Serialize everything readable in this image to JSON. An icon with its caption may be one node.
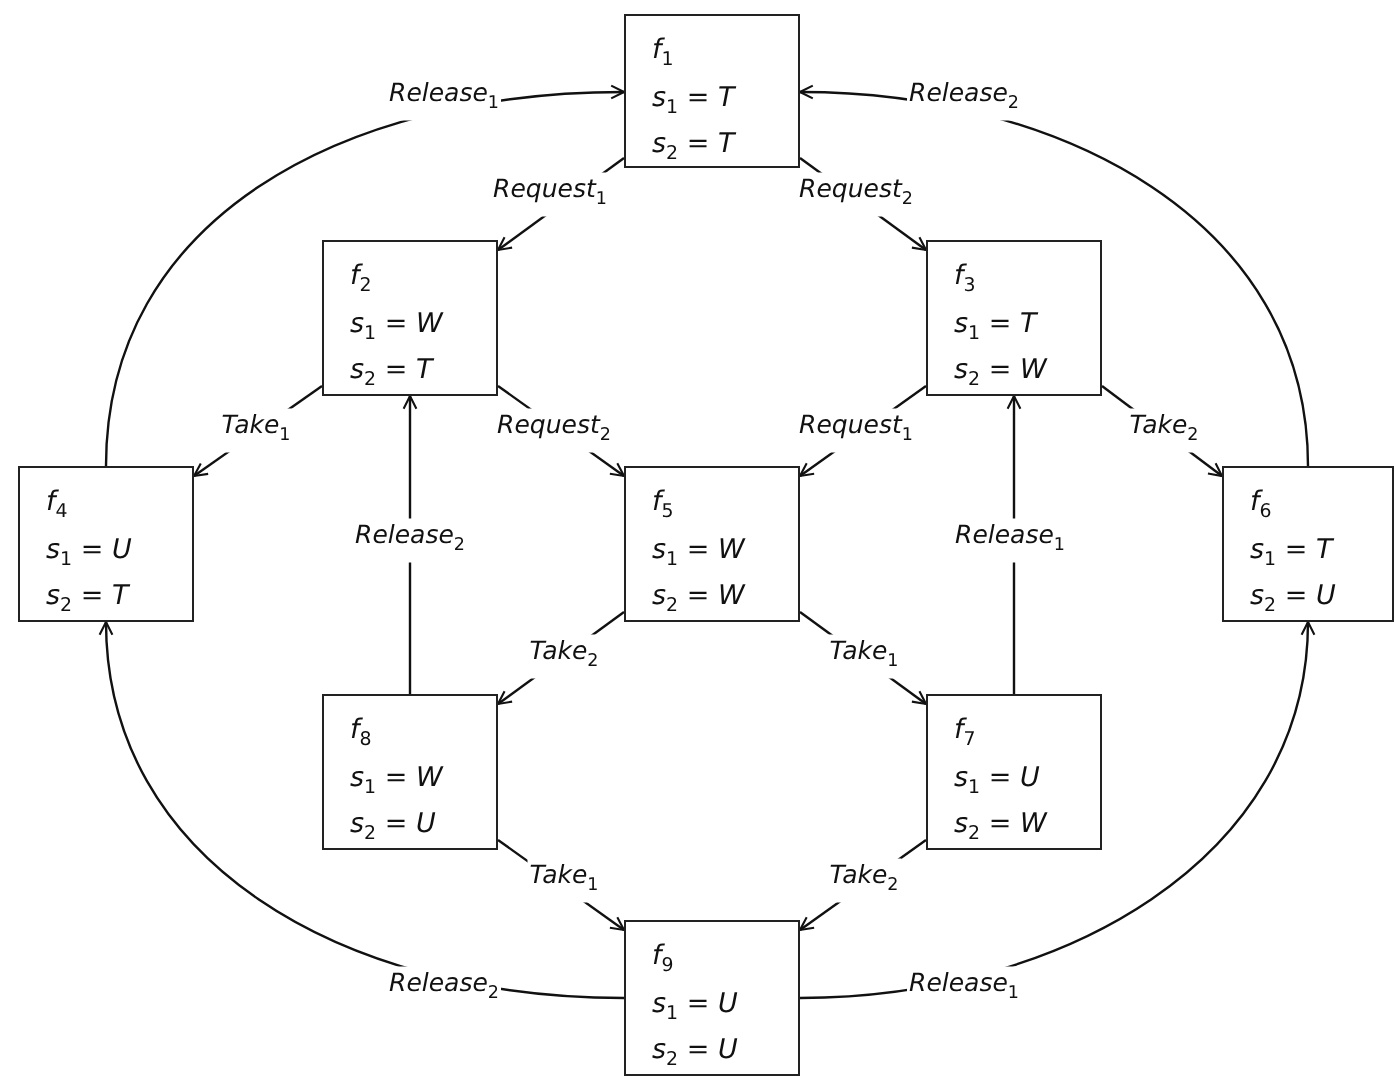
{
  "diagram": {
    "nodes": [
      {
        "text": [
          "*f*$_{1}$",
          "*s*$_{1}$ = *T*",
          "*s*$_{2}$ = *T*"
        ]
      },
      {
        "text": [
          "*f*$_{2}$",
          "*s*$_{1}$ = *W*",
          "*s*$_{2}$ = *T*"
        ]
      },
      {
        "text": [
          "*f*$_{3}$",
          "*s*$_{1}$ = *T*",
          "*s*$_{2}$ = *W*"
        ]
      },
      {
        "text": [
          "*f*$_{4}$",
          "*s*$_{1}$ = *U*",
          "*s*$_{2}$ = *T*"
        ]
      },
      {
        "text": [
          "*f*$_{5}$",
          "*s*$_{1}$ = *W*",
          "*s*$_{2}$ = *W*"
        ]
      },
      {
        "text": [
          "*f*$_{6}$",
          "*s*$_{1}$ = *T*",
          "*s*$_{2}$ = *U*"
        ]
      },
      {
        "text": [
          "*f*$_{8}$",
          "*s*$_{1}$ = *W*",
          "*s*$_{2}$ = *U*"
        ]
      },
      {
        "text": [
          "*f*$_{7}$",
          "*s*$_{1}$ = *U*",
          "*s*$_{2}$ = *W*"
        ]
      },
      {
        "text": [
          "*f*$_{9}$",
          "*s*$_{1}$ = *U*",
          "*s*$_{2}$ = *U*"
        ]
      }
    ],
    "edges": [
      {
        "from": 0,
        "to": 1,
        "arrow": "to",
        "label": "Request$_{1}$"
      },
      {
        "from": 0,
        "to": 2,
        "arrow": "to",
        "label": "Request$_{2}$"
      },
      {
        "from": 1,
        "to": 3,
        "arrow": "to",
        "label": "Take$_{1}$"
      },
      {
        "from": 1,
        "to": 4,
        "arrow": "to",
        "label": "Request$_{2}$"
      },
      {
        "from": 2,
        "to": 4,
        "arrow": "to",
        "label": "Request$_{1}$"
      },
      {
        "from": 2,
        "to": 5,
        "arrow": "to",
        "label": "Take$_{2}$"
      },
      {
        "from": 4,
        "to": 6,
        "arrow": "to",
        "label": "Take$_{2}$"
      },
      {
        "from": 4,
        "to": 7,
        "arrow": "to",
        "label": "Take$_{1}$"
      },
      {
        "from": 6,
        "to": 1,
        "arrow": "to",
        "label": "Release$_{2}$"
      },
      {
        "from": 7,
        "to": 2,
        "arrow": "to",
        "label": "Release$_{1}$"
      },
      {
        "from": 6,
        "to": 8,
        "arrow": "to",
        "label": "Take$_{1}$"
      },
      {
        "from": 7,
        "to": 8,
        "arrow": "to",
        "label": "Take$_{2}$"
      },
      {
        "from": 3,
        "to": 0,
        "arrow": "to",
        "label": "Release$_{1}$"
      },
      {
        "from": 5,
        "to": 0,
        "arrow": "to",
        "label": "Release$_{2}$"
      },
      {
        "from": 8,
        "to": 3,
        "arrow": "to",
        "label": "Release$_{2}$"
      },
      {
        "from": 8,
        "to": 5,
        "arrow": "to",
        "label": "Release$_{1}$"
      }
    ]
  }
}
